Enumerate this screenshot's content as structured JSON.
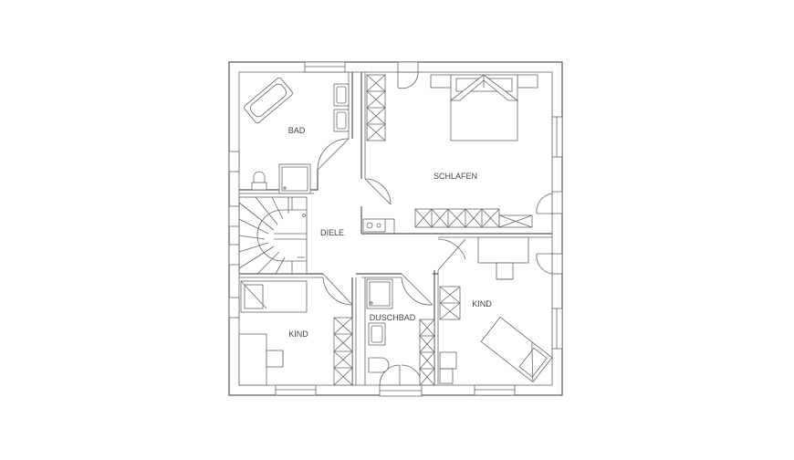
{
  "rooms": {
    "bad": "BAD",
    "schlafen": "SCHLAFEN",
    "diele": "DIELE",
    "kind_left": "KIND",
    "duschbad": "DUSCHBAD",
    "kind_right": "KIND"
  }
}
